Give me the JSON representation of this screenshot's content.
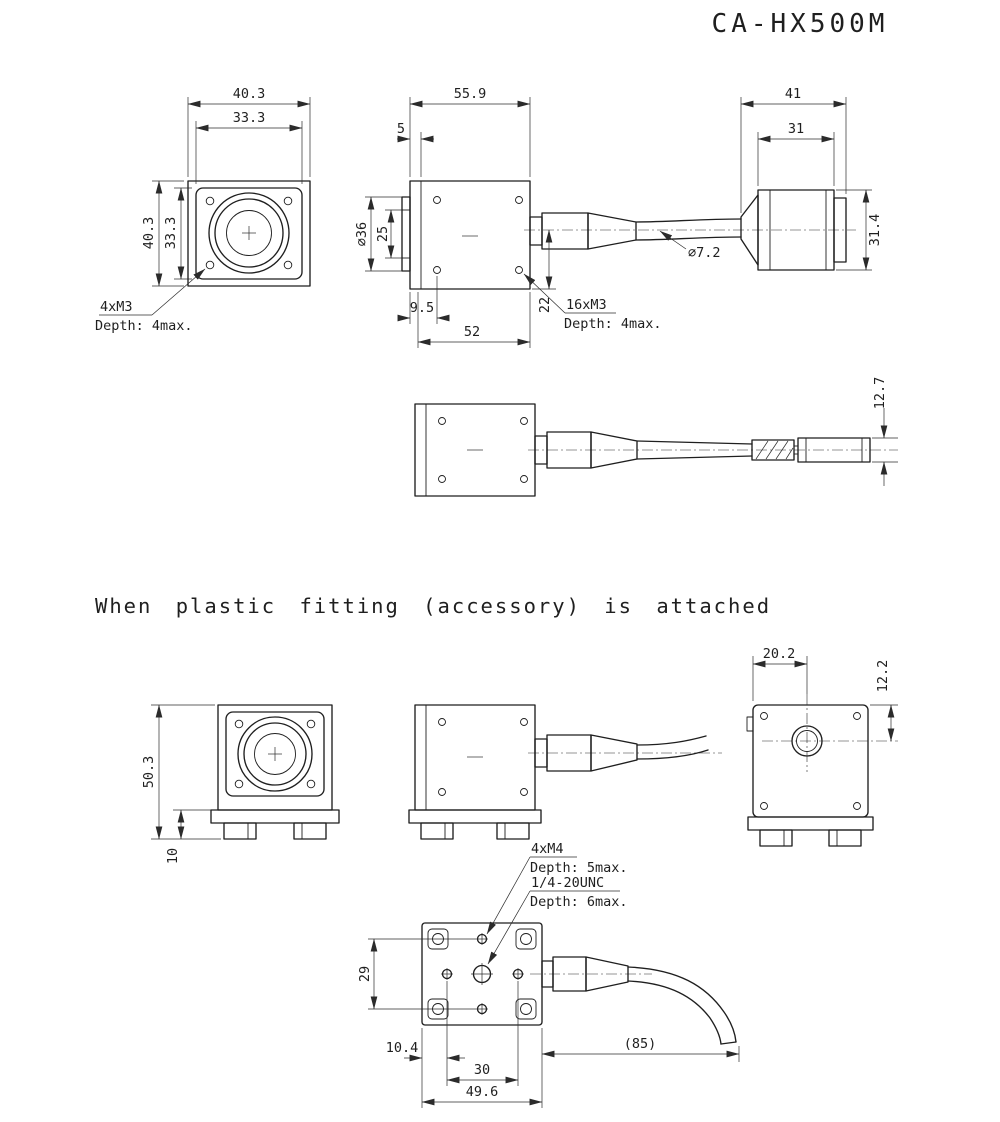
{
  "title": "CA-HX500M",
  "subtitle": "When plastic fitting (accessory) is attached",
  "labels": {
    "fv_w": "40.3",
    "fv_w_in": "33.3",
    "fv_h": "40.3",
    "fv_h_in": "33.3",
    "fv_note1": "4xM3",
    "fv_note2": "Depth: 4max.",
    "sv_len": "55.9",
    "sv_front": "5",
    "sv_dia": "⌀36",
    "sv_bore": "25",
    "sv_95": "9.5",
    "sv_52": "52",
    "sv_22": "22",
    "sv_note1": "16xM3",
    "sv_note2": "Depth: 4max.",
    "cable_dia": "⌀7.2",
    "conn_41": "41",
    "conn_31": "31",
    "conn_314": "31.4",
    "tv_127": "12.7",
    "fit_h": "50.3",
    "fit_10": "10",
    "rv_202": "20.2",
    "rv_122": "12.2",
    "bv_note1": "4xM4",
    "bv_note2": "Depth: 5max.",
    "bv_note3": "1/4-20UNC",
    "bv_note4": "Depth: 6max.",
    "bv_29": "29",
    "bv_104": "10.4",
    "bv_30": "30",
    "bv_496": "49.6",
    "bv_85": "(85)"
  }
}
